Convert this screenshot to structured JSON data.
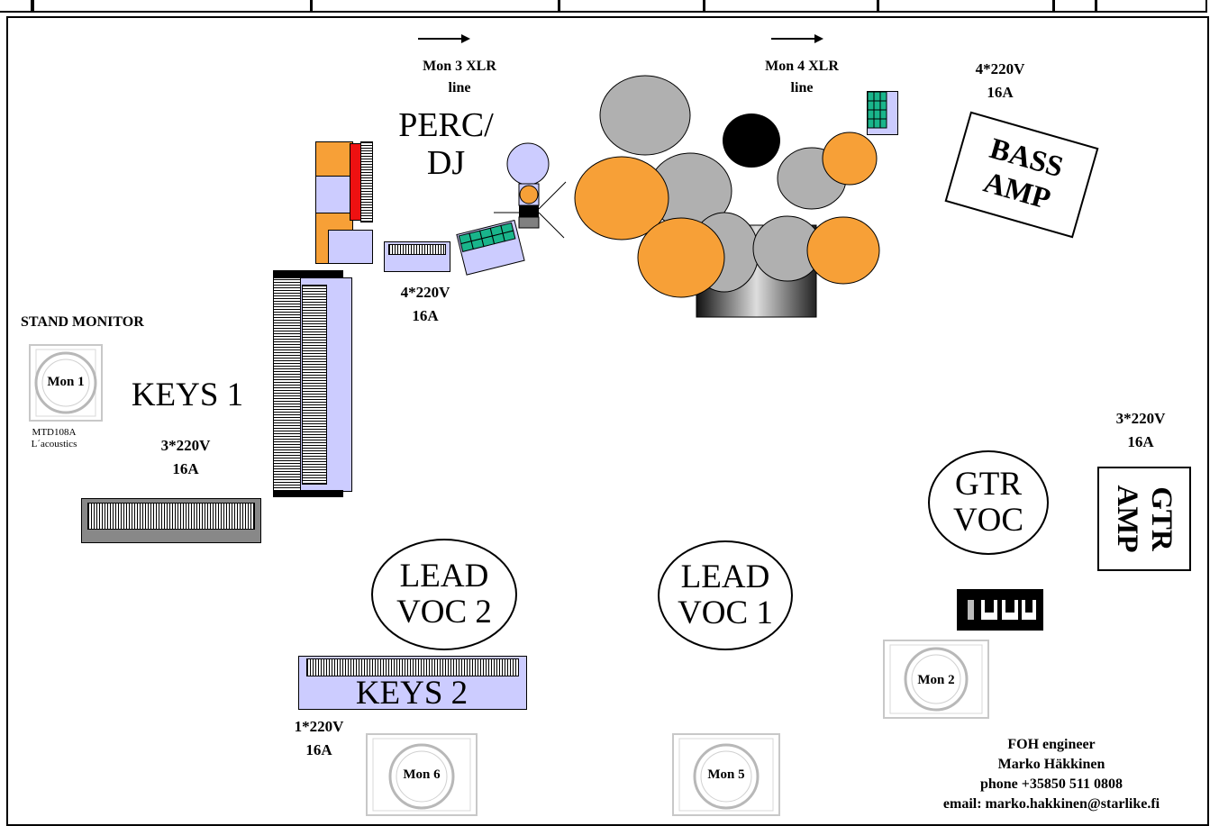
{
  "arrows": {
    "mon3": {
      "line1": "Mon 3 XLR",
      "line2": "line"
    },
    "mon4": {
      "line1": "Mon 4 XLR",
      "line2": "line"
    }
  },
  "power": {
    "top_right": {
      "line1": "4*220V",
      "line2": "16A"
    },
    "perc": {
      "line1": "4*220V",
      "line2": "16A"
    },
    "keys1": {
      "line1": "3*220V",
      "line2": "16A"
    },
    "gtr": {
      "line1": "3*220V",
      "line2": "16A"
    },
    "keys2": {
      "line1": "1*220V",
      "line2": "16A"
    }
  },
  "labels": {
    "perc": {
      "line1": "PERC/",
      "line2": "DJ"
    },
    "bass_amp": {
      "line1": "BASS",
      "line2": "AMP"
    },
    "gtr_amp": {
      "line1": "GTR",
      "line2": "AMP"
    },
    "stand_monitor": "STAND MONITOR",
    "mon1_model": {
      "line1": "MTD108A",
      "line2": "L´acoustics"
    },
    "keys1": "KEYS 1",
    "keys2": "KEYS 2"
  },
  "vocals": {
    "gtr_voc": {
      "line1": "GTR",
      "line2": "VOC"
    },
    "lead_voc2": {
      "line1": "LEAD",
      "line2": "VOC 2"
    },
    "lead_voc1": {
      "line1": "LEAD",
      "line2": "VOC 1"
    }
  },
  "monitors": {
    "mon1": "Mon 1",
    "mon2": "Mon 2",
    "mon5": "Mon 5",
    "mon6": "Mon 6"
  },
  "contact": {
    "role": "FOH engineer",
    "name": "Marko Häkkinen",
    "phone": "phone +35850 511 0808",
    "email": "email: marko.hakkinen@starlike.fi"
  },
  "colors": {
    "orange": "#f7a037",
    "lavender": "#ccccff",
    "gray": "#b0b0b0",
    "green": "#19b58b",
    "red": "#ee1111"
  }
}
